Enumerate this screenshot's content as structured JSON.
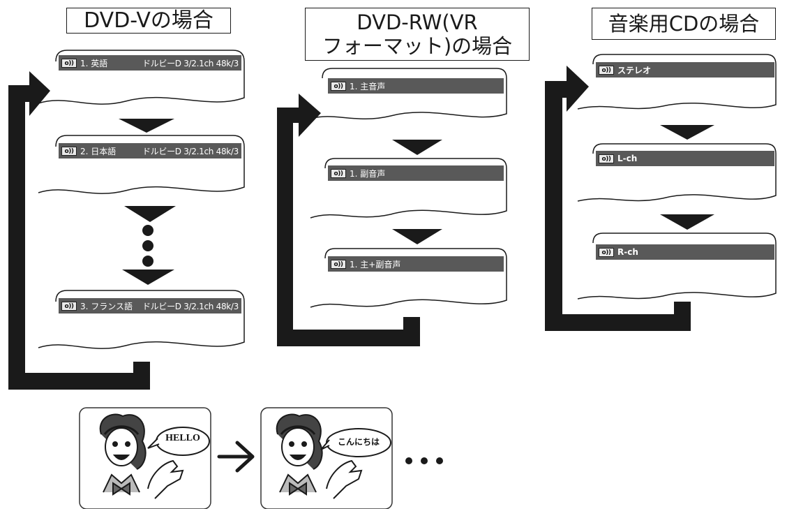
{
  "headers": {
    "dvd_v": "DVD-Vの場合",
    "dvd_rw_line1": "DVD-RW(VR",
    "dvd_rw_line2": "フォーマット)の場合",
    "cd": "音楽用CDの場合"
  },
  "dvd_v_screens": [
    {
      "track": "1. 英語",
      "format": "ドルビーD 3/2.1ch 48k/3"
    },
    {
      "track": "2. 日本語",
      "format": "ドルビーD 3/2.1ch 48k/3"
    },
    {
      "track": "3. フランス語",
      "format": "ドルビーD 3/2.1ch 48k/3"
    }
  ],
  "dvd_rw_screens": [
    {
      "track": "1. 主音声"
    },
    {
      "track": "1. 副音声"
    },
    {
      "track": "1. 主+副音声"
    }
  ],
  "cd_screens": [
    {
      "track": "ステレオ"
    },
    {
      "track": "L-ch"
    },
    {
      "track": "R-ch"
    }
  ],
  "audio_icon_label": "o))",
  "illustration": {
    "speech_before": "HELLO",
    "speech_after": "こんにちは"
  },
  "colors": {
    "line": "#1a1a1a",
    "bar": "#595959",
    "bar_text": "#ffffff",
    "frame": "#333333"
  }
}
